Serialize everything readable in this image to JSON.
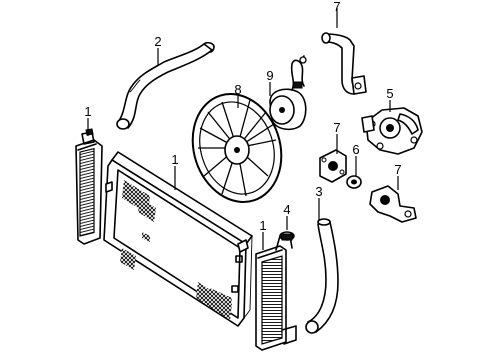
{
  "callouts": {
    "radiator": "1",
    "left_tank": "1",
    "right_tank": "1",
    "upper_hose": "2",
    "lower_hose": "3",
    "cap": "4",
    "water_pump": "5",
    "gasket": "6",
    "outlet_top": "7",
    "outlet_mid": "7",
    "outlet_low": "7",
    "fan_blade": "8",
    "fan_motor": "9"
  }
}
